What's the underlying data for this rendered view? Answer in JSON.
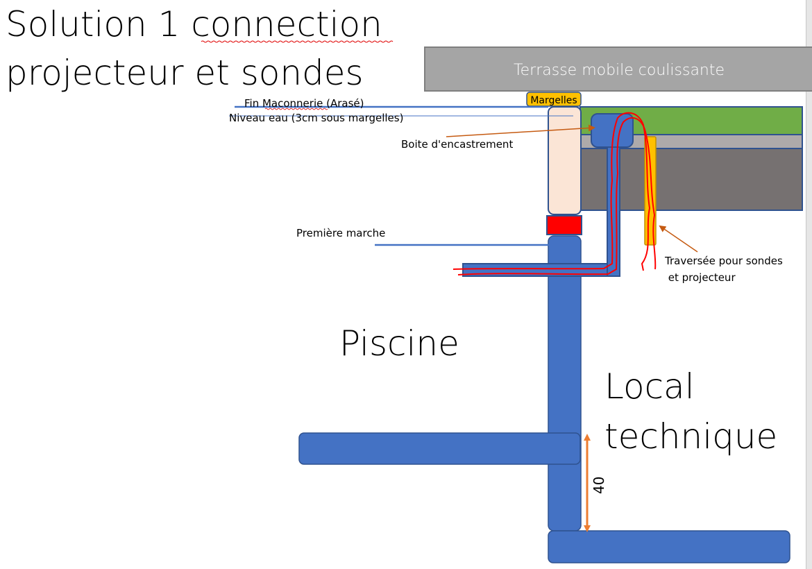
{
  "title": {
    "line1": "Solution 1 connection",
    "line2": "projecteur et sondes",
    "misspelled_word": "connection"
  },
  "banner": {
    "label": "Terrasse mobile coulissante",
    "color": "#a5a5a5"
  },
  "labels": {
    "margelles": "Margelles",
    "fin_maconnerie": "Fin Maconnerie (Arasé)",
    "niveau_eau": "Niveau eau (3cm sous margelles)",
    "boite": "Boite d'encastrement",
    "premiere_marche": "Première marche",
    "traversee_line1": "Traversée pour sondes",
    "traversee_line2": " et projecteur",
    "piscine": "Piscine",
    "local_line1": "Local",
    "local_line2": "technique",
    "dimension": "40"
  },
  "colors": {
    "wall_blue": "#4472c4",
    "outline_blue": "#2f528f",
    "margelle_yellow": "#ffc000",
    "wall_peach": "#fbe5d6",
    "step_red": "#ff0000",
    "grass_green": "#70ad47",
    "gravel_gray": "#aeaaaa",
    "soil_gray": "#767171",
    "arrow_orange": "#c55a11",
    "dimension_orange": "#ed7d31",
    "cable_red": "#ff0000"
  }
}
